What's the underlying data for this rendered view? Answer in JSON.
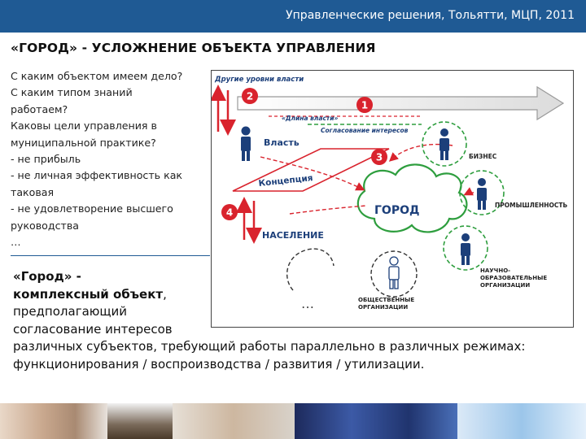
{
  "header": {
    "title": "Управленческие решения, Тольятти, МЦП, 2011"
  },
  "slide": {
    "title": "«ГОРОД» - УСЛОЖНЕНИЕ ОБЪЕКТА УПРАВЛЕНИЯ"
  },
  "questions": [
    "С каким объектом имеем дело?",
    "С каким типом знаний",
    "работаем?",
    "Каковы цели управления в",
    "муниципальной практике?",
    "- не прибыль",
    "- не личная эффективность как",
    "таковая",
    "- не удовлетворение высшего",
    "руководства",
    "…"
  ],
  "city_definition": {
    "line1": "«Город» -",
    "line2_bold": "комплексный объект",
    "line2_rest": ",",
    "line3": "предполагающий",
    "line4": "согласование интересов",
    "line5": "различных субъектов, требующий работы параллельно в различных режимах:",
    "line6": "функционирования / воспроизводства / развития / утилизации."
  },
  "diagram": {
    "other_levels": "Другие уровни власти",
    "power_length": "«Длина власти»",
    "coordination": "Согласование интересов",
    "power": "Власть",
    "concept": "Концепция",
    "population": "НАСЕЛЕНИЕ",
    "city": "ГОРОД",
    "business": "БИЗНЕС",
    "industry": "ПРОМЫШЛЕННОСТЬ",
    "science_1": "НАУЧНО-",
    "science_2": "ОБРАЗОВАТЕЛЬНЫЕ",
    "science_3": "ОРГАНИЗАЦИИ",
    "public_1": "ОБЩЕСТВЕННЫЕ",
    "public_2": "ОРГАНИЗАЦИИ",
    "ellipsis": "…",
    "n1": "1",
    "n2": "2",
    "n3": "3",
    "n4": "4"
  },
  "colors": {
    "header_bar": "#1f5a94",
    "accent_red": "#d9232d",
    "green": "#2e9e3e",
    "figure_blue": "#1c3f7a"
  }
}
